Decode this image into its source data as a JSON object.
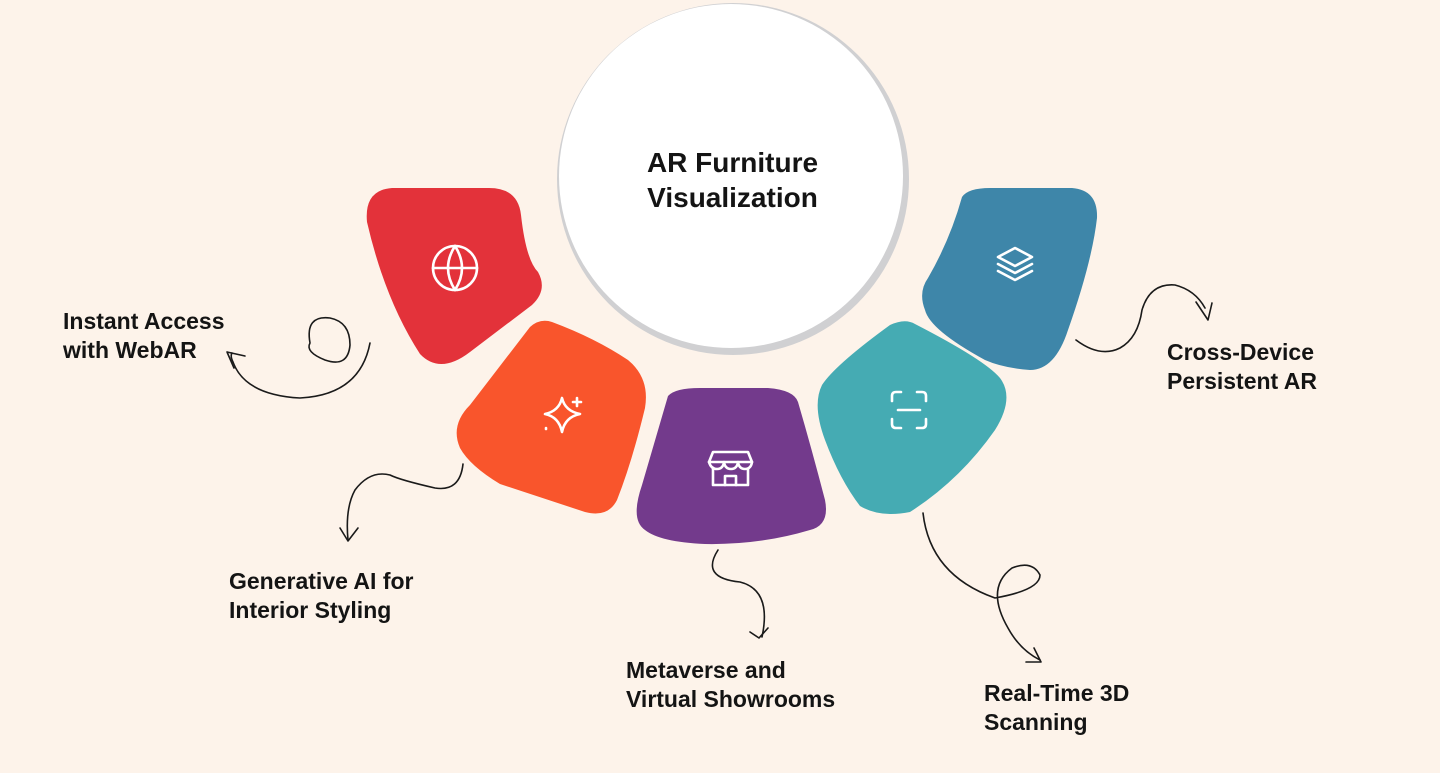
{
  "center": {
    "title_line1": "AR Furniture",
    "title_line2": "Visualization"
  },
  "segments": [
    {
      "name": "webar",
      "label_line1": "Instant Access",
      "label_line2": "with WebAR",
      "icon": "globe-icon",
      "color": "#e3323a"
    },
    {
      "name": "generative-ai",
      "label_line1": "Generative AI for",
      "label_line2": "Interior Styling",
      "icon": "sparkles-icon",
      "color": "#f9552c"
    },
    {
      "name": "metaverse",
      "label_line1": "Metaverse and",
      "label_line2": "Virtual Showrooms",
      "icon": "storefront-icon",
      "color": "#733a8c"
    },
    {
      "name": "3d-scanning",
      "label_line1": "Real-Time 3D",
      "label_line2": "Scanning",
      "icon": "scan-icon",
      "color": "#45abb3"
    },
    {
      "name": "cross-device",
      "label_line1": "Cross-Device",
      "label_line2": "Persistent AR",
      "icon": "layers-icon",
      "color": "#3e86a9"
    }
  ],
  "colors": {
    "background": "#fdf3ea",
    "text": "#141414",
    "connector": "#1a1a1a"
  }
}
